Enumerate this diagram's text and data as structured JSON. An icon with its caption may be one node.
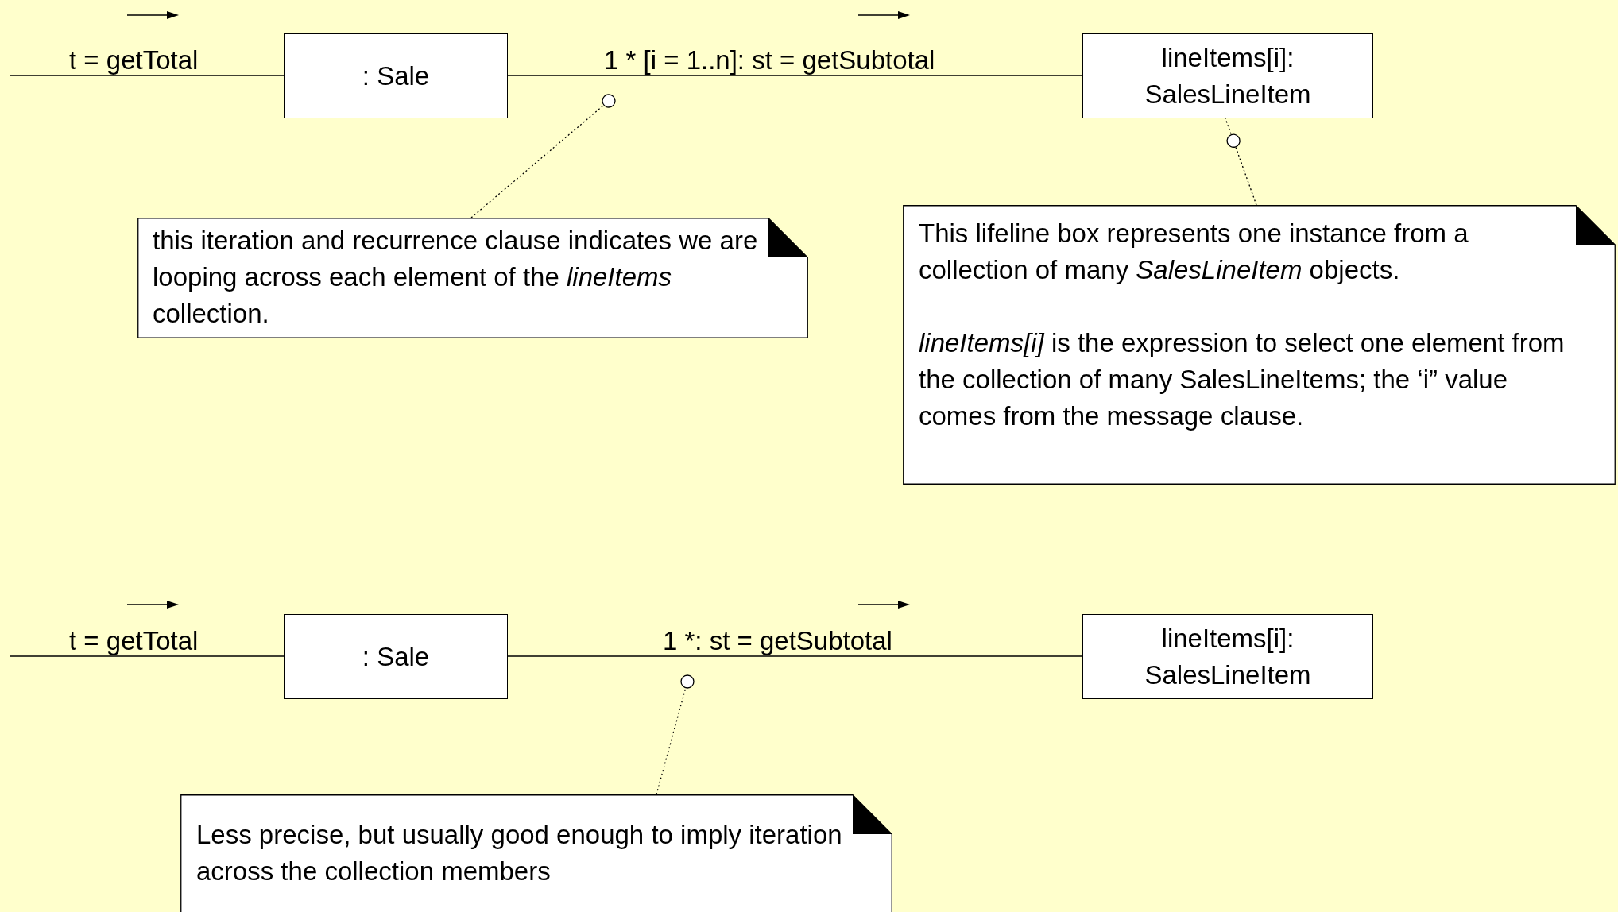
{
  "diagram": {
    "nodes": [
      {
        "text": [
          ": Sale"
        ]
      },
      {
        "text": [
          "lineItems[i]: SalesLineItem"
        ]
      },
      {
        "text": [
          "this iteration and recurrence clause indicates we are looping across each element of the *lineItems* collection."
        ]
      },
      {
        "text": [
          "This lifeline box represents one instance from a collection of many *SalesLineItem* objects.",
          "*lineItems[i]* is the expression to select one element from the collection of many SalesLineItems; the ‘i” value comes from the message clause."
        ]
      },
      {
        "text": [
          ": Sale"
        ]
      },
      {
        "text": [
          "lineItems[i]: SalesLineItem"
        ]
      },
      {
        "text": [
          "Less precise, but usually good enough to imply iteration across the collection members"
        ]
      }
    ],
    "edges": [
      {
        "from": null,
        "to": 0,
        "arrow": "none",
        "label": "t = getTotal"
      },
      {
        "from": 0,
        "to": 1,
        "arrow": "none",
        "label": "1 * [i = 1..n]: st = getSubtotal"
      },
      {
        "from": 2,
        "to": null,
        "arrow": "other",
        "style": "dashed"
      },
      {
        "from": 3,
        "to": 1,
        "arrow": "other",
        "style": "dashed"
      },
      {
        "from": null,
        "to": 4,
        "arrow": "none",
        "label": "t = getTotal"
      },
      {
        "from": 4,
        "to": 5,
        "arrow": "none",
        "label": "1 *: st = getSubtotal"
      },
      {
        "from": 6,
        "to": null,
        "arrow": "other",
        "style": "dashed"
      }
    ]
  }
}
